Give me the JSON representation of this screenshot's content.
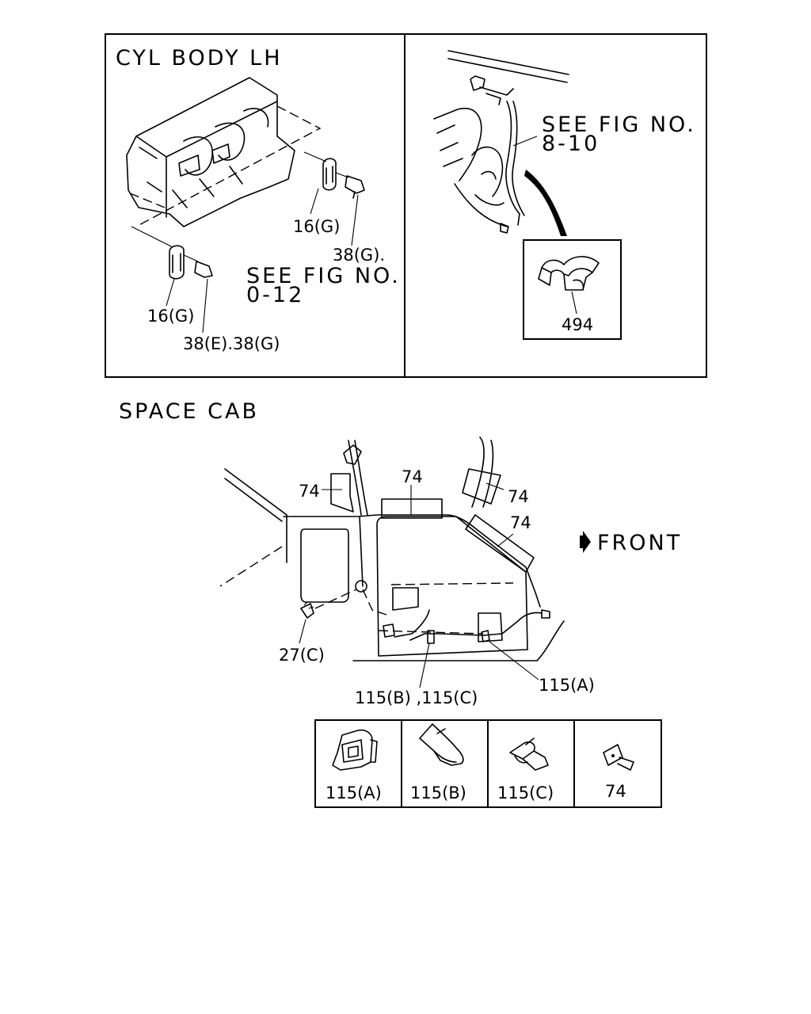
{
  "panels": {
    "cyl_body": {
      "title": "CYL BODY LH",
      "see_fig_line1": "SEE FIG NO.",
      "see_fig_line2": "0-12",
      "callouts": [
        "16(G)",
        "38(G).",
        "16(G)",
        "38(E).38(G)"
      ]
    },
    "harness_detail": {
      "see_fig_line1": "SEE FIG NO.",
      "see_fig_line2": "8-10",
      "inset_callout": "494"
    },
    "space_cab": {
      "title": "SPACE CAB",
      "direction_label": "FRONT",
      "callouts": [
        "74",
        "74",
        "74",
        "74",
        "27(C)",
        "115(B) ,115(C)",
        "115(A)"
      ]
    }
  },
  "legend": {
    "items": [
      {
        "icon": "clip-115a-icon",
        "label": "115(A)"
      },
      {
        "icon": "band-clip-115b-icon",
        "label": "115(B)"
      },
      {
        "icon": "band-clip-115c-icon",
        "label": "115(C)"
      },
      {
        "icon": "tape-tab-74-icon",
        "label": "74"
      }
    ]
  }
}
